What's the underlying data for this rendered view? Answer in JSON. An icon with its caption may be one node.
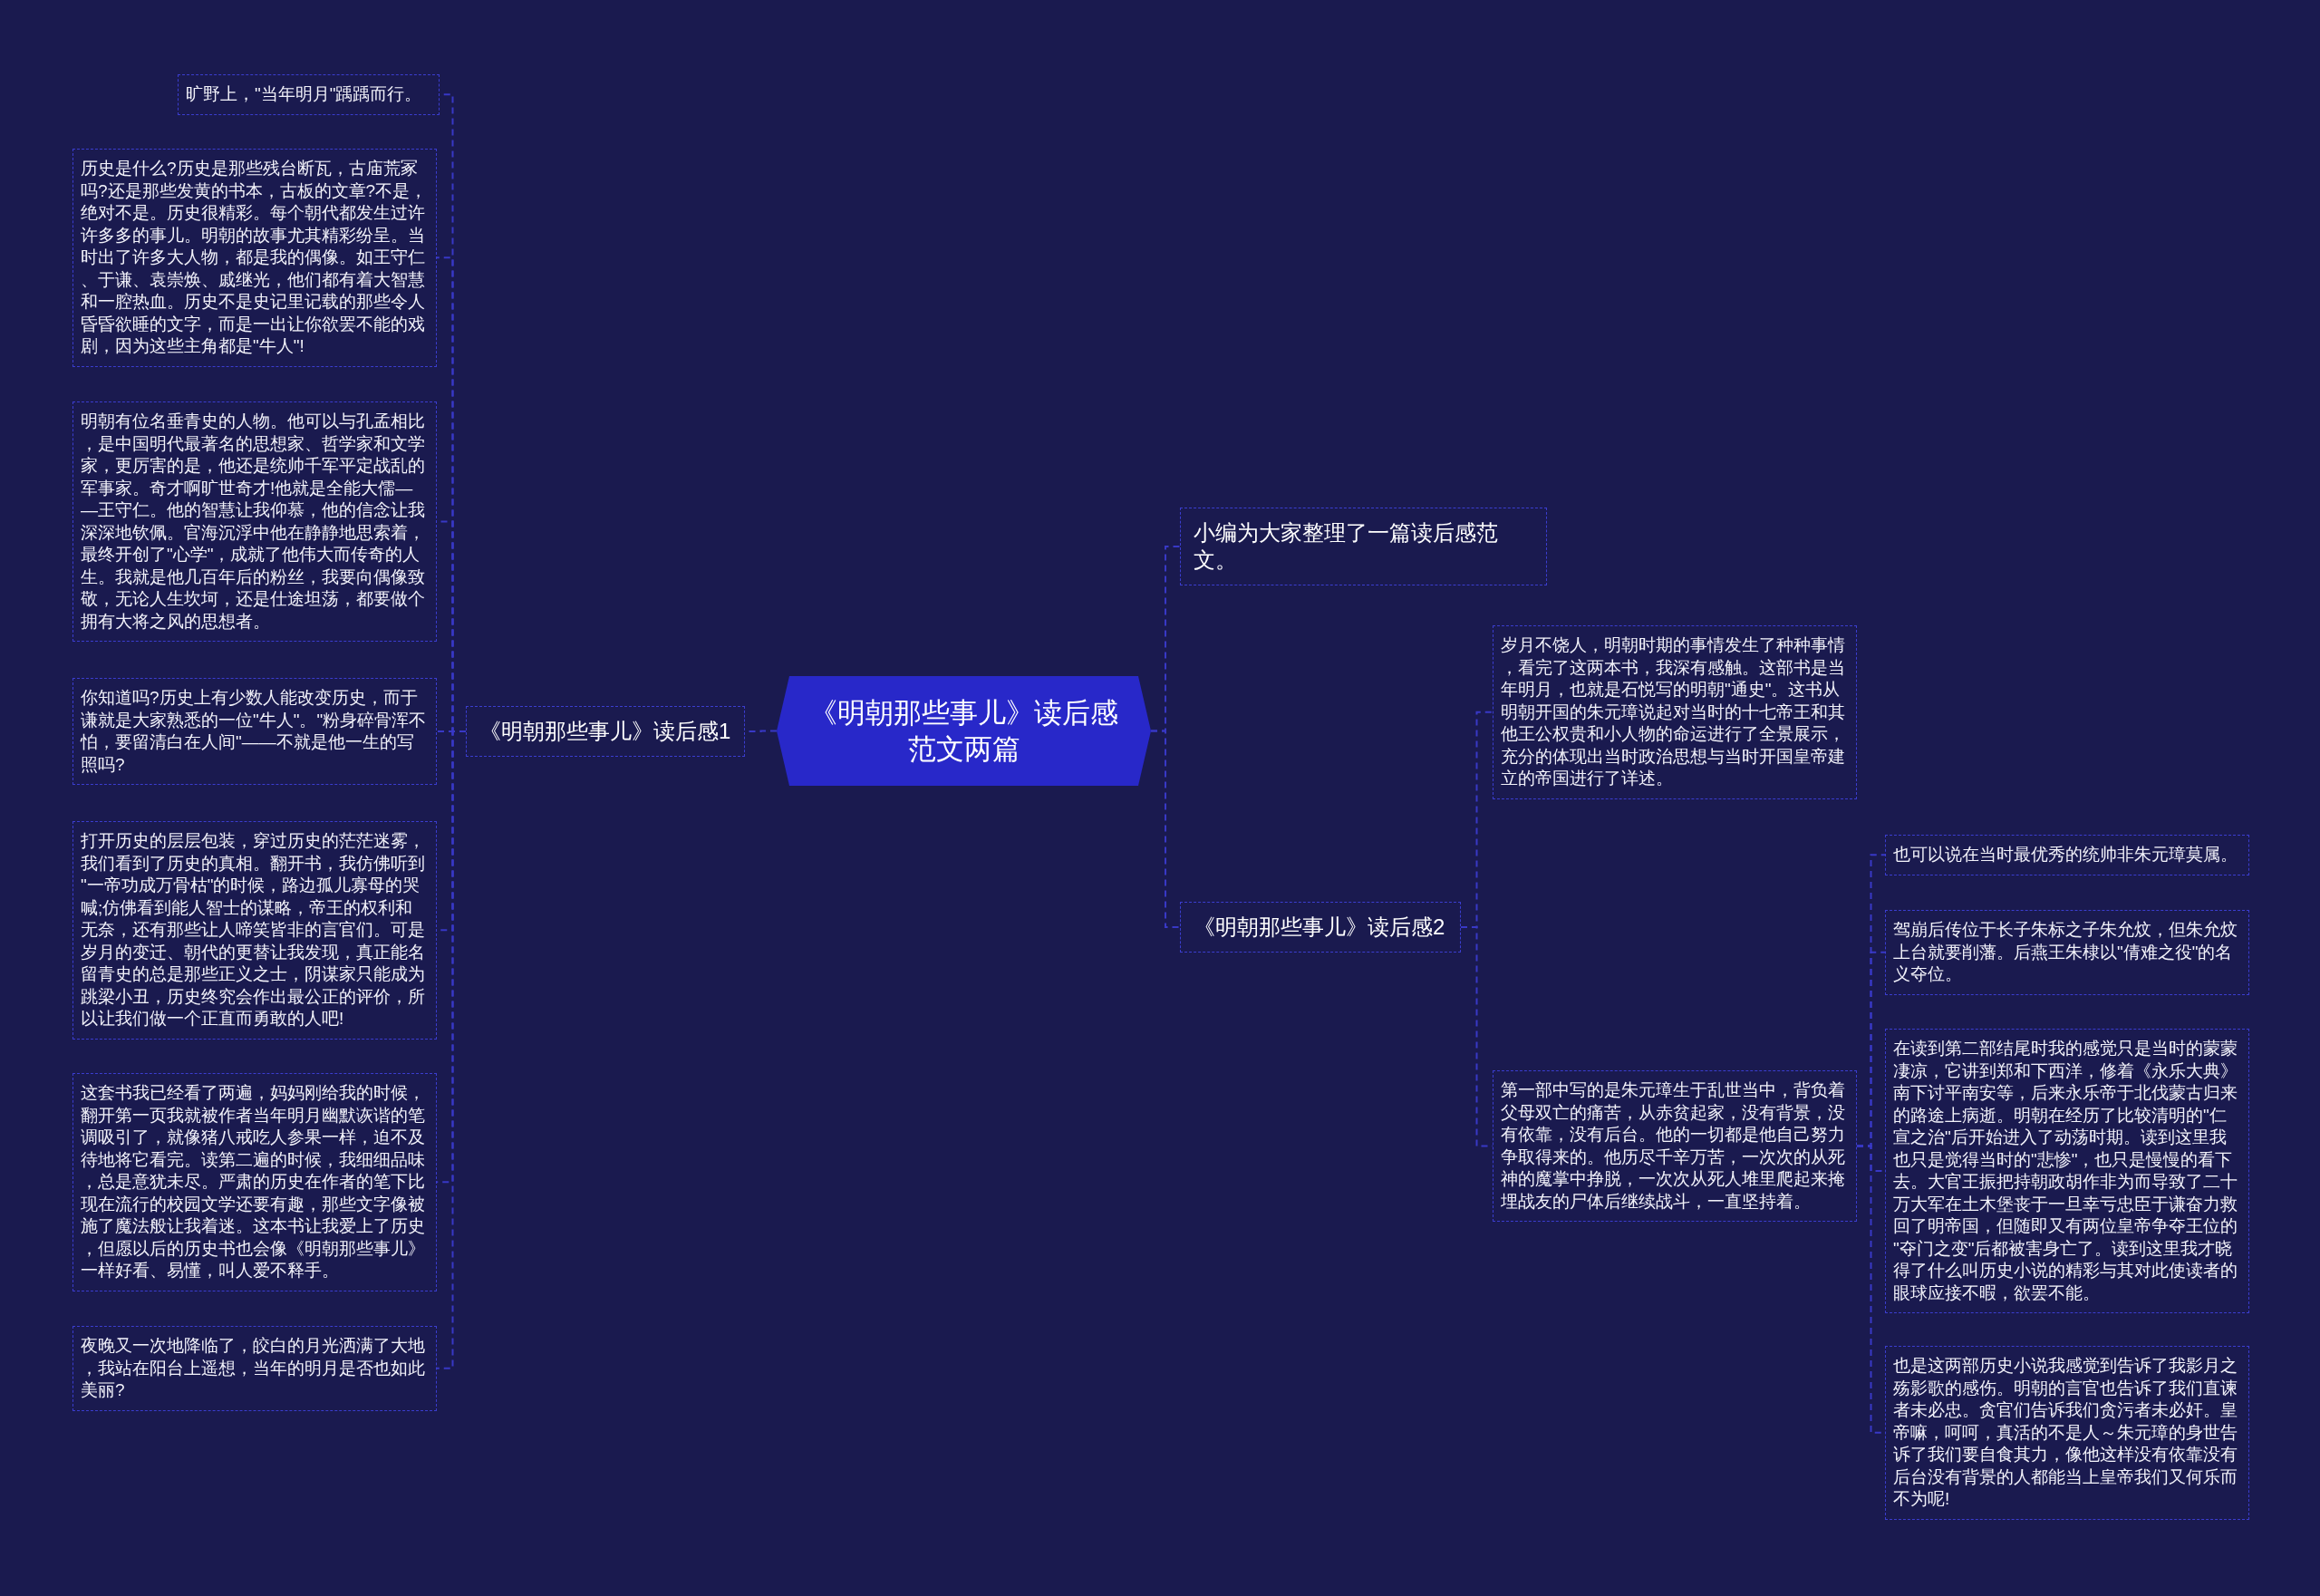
{
  "diagram": {
    "nodes": [
      {
        "text": [
          "《明朝那些事儿》读后感范文两篇"
        ]
      },
      {
        "text": [
          "《明朝那些事儿》读后感1"
        ]
      },
      {
        "text": [
          "旷野上，\"当年明月\"踽踽而行。"
        ]
      },
      {
        "text": [
          "历史是什么?历史是那些残台断瓦，古庙荒冢吗?还是那些发黄的书本，古板的文章?不是，绝对不是。历史很精彩。每个朝代都发生过许许多多的事儿。明朝的故事尤其精彩纷呈。当时出了许多大人物，都是我的偶像。如王守仁、于谦、袁崇焕、戚继光，他们都有着大智慧和一腔热血。历史不是史记里记载的那些令人昏昏欲睡的文字，而是一出让你欲罢不能的戏剧，因为这些主角都是\"牛人\"!"
        ]
      },
      {
        "text": [
          "明朝有位名垂青史的人物。他可以与孔孟相比，是中国明代最著名的思想家、哲学家和文学家，更厉害的是，他还是统帅千军平定战乱的军事家。奇才啊旷世奇才!他就是全能大儒——王守仁。他的智慧让我仰慕，他的信念让我深深地钦佩。官海沉浮中他在静静地思索着，最终开创了\"心学\"，成就了他伟大而传奇的人生。我就是他几百年后的粉丝，我要向偶像致敬，无论人生坎坷，还是仕途坦荡，都要做个拥有大将之风的思想者。"
        ]
      },
      {
        "text": [
          "你知道吗?历史上有少数人能改变历史，而于谦就是大家熟悉的一位\"牛人\"。\"粉身碎骨浑不怕，要留清白在人间\"——不就是他一生的写照吗?"
        ]
      },
      {
        "text": [
          "打开历史的层层包装，穿过历史的茫茫迷雾，我们看到了历史的真相。翻开书，我仿佛听到\"一帝功成万骨枯\"的时候，路边孤儿寡母的哭喊;仿佛看到能人智士的谋略，帝王的权利和无奈，还有那些让人啼笑皆非的言官们。可是岁月的变迁、朝代的更替让我发现，真正能名留青史的总是那些正义之士，阴谋家只能成为跳梁小丑，历史终究会作出最公正的评价，所以让我们做一个正直而勇敢的人吧!"
        ]
      },
      {
        "text": [
          "这套书我已经看了两遍，妈妈刚给我的时候，翻开第一页我就被作者当年明月幽默诙谐的笔调吸引了，就像猪八戒吃人参果一样，迫不及待地将它看完。读第二遍的时候，我细细品味，总是意犹未尽。严肃的历史在作者的笔下比现在流行的校园文学还要有趣，那些文字像被施了魔法般让我着迷。这本书让我爱上了历史，但愿以后的历史书也会像《明朝那些事儿》一样好看、易懂，叫人爱不释手。"
        ]
      },
      {
        "text": [
          "夜晚又一次地降临了，皎白的月光洒满了大地，我站在阳台上遥想，当年的明月是否也如此美丽?"
        ]
      },
      {
        "text": [
          "小编为大家整理了一篇读后感范文。"
        ]
      },
      {
        "text": [
          "《明朝那些事儿》读后感2"
        ]
      },
      {
        "text": [
          "岁月不饶人，明朝时期的事情发生了种种事情，看完了这两本书，我深有感触。这部书是当年明月，也就是石悦写的明朝\"通史\"。这书从明朝开国的朱元璋说起对当时的十七帝王和其他王公权贵和小人物的命运进行了全景展示，充分的体现出当时政治思想与当时开国皇帝建立的帝国进行了详述。"
        ]
      },
      {
        "text": [
          "第一部中写的是朱元璋生于乱世当中，背负着父母双亡的痛苦，从赤贫起家，没有背景，没有依靠，没有后台。他的一切都是他自己努力争取得来的。他历尽千辛万苦，一次次的从死神的魔掌中挣脱，一次次从死人堆里爬起来掩埋战友的尸体后继续战斗，一直坚持着。"
        ]
      },
      {
        "text": [
          "也可以说在当时最优秀的统帅非朱元璋莫属。"
        ]
      },
      {
        "text": [
          "驾崩后传位于长子朱标之子朱允炆，但朱允炆上台就要削藩。后燕王朱棣以\"倩难之役\"的名义夺位。"
        ]
      },
      {
        "text": [
          "在读到第二部结尾时我的感觉只是当时的蒙蒙凄凉，它讲到郑和下西洋，修着《永乐大典》南下讨平南安等，后来永乐帝于北伐蒙古归来的路途上病逝。明朝在经历了比较清明的\"仁宣之治\"后开始进入了动荡时期。读到这里我也只是觉得当时的\"悲惨\"，也只是慢慢的看下去。大官王振把持朝政胡作非为而导致了二十万大军在土木堡丧于一旦幸亏忠臣于谦奋力救回了明帝国，但随即又有两位皇帝争夺王位的\"夺门之变\"后都被害身亡了。读到这里我才晓得了什么叫历史小说的精彩与其对此使读者的眼球应接不暇，欲罢不能。"
        ]
      },
      {
        "text": [
          "也是这两部历史小说我感觉到告诉了我影月之殇影歌的感伤。明朝的言官也告诉了我们直谏者未必忠。贪官们告诉我们贪污者未必奸。皇帝嘛，呵呵，真活的不是人～朱元璋的身世告诉了我们要自食其力，像他这样没有依靠没有后台没有背景的人都能当上皇帝我们又何乐而不为呢!"
        ]
      }
    ],
    "edges": [
      {
        "from": 0,
        "to": 1,
        "arrow": "none",
        "style": "dashed"
      },
      {
        "from": 1,
        "to": 2,
        "arrow": "none",
        "style": "dashed"
      },
      {
        "from": 1,
        "to": 3,
        "arrow": "none",
        "style": "dashed"
      },
      {
        "from": 1,
        "to": 4,
        "arrow": "none",
        "style": "dashed"
      },
      {
        "from": 1,
        "to": 5,
        "arrow": "none",
        "style": "dashed"
      },
      {
        "from": 1,
        "to": 6,
        "arrow": "none",
        "style": "dashed"
      },
      {
        "from": 1,
        "to": 7,
        "arrow": "none",
        "style": "dashed"
      },
      {
        "from": 1,
        "to": 8,
        "arrow": "none",
        "style": "dashed"
      },
      {
        "from": 0,
        "to": 9,
        "arrow": "none",
        "style": "dashed"
      },
      {
        "from": 0,
        "to": 10,
        "arrow": "none",
        "style": "dashed"
      },
      {
        "from": 10,
        "to": 11,
        "arrow": "none",
        "style": "dashed"
      },
      {
        "from": 10,
        "to": 12,
        "arrow": "none",
        "style": "dashed"
      },
      {
        "from": 12,
        "to": 13,
        "arrow": "none",
        "style": "dashed"
      },
      {
        "from": 12,
        "to": 14,
        "arrow": "none",
        "style": "dashed"
      },
      {
        "from": 12,
        "to": 15,
        "arrow": "none",
        "style": "dashed"
      },
      {
        "from": 12,
        "to": 16,
        "arrow": "none",
        "style": "dashed"
      }
    ]
  }
}
